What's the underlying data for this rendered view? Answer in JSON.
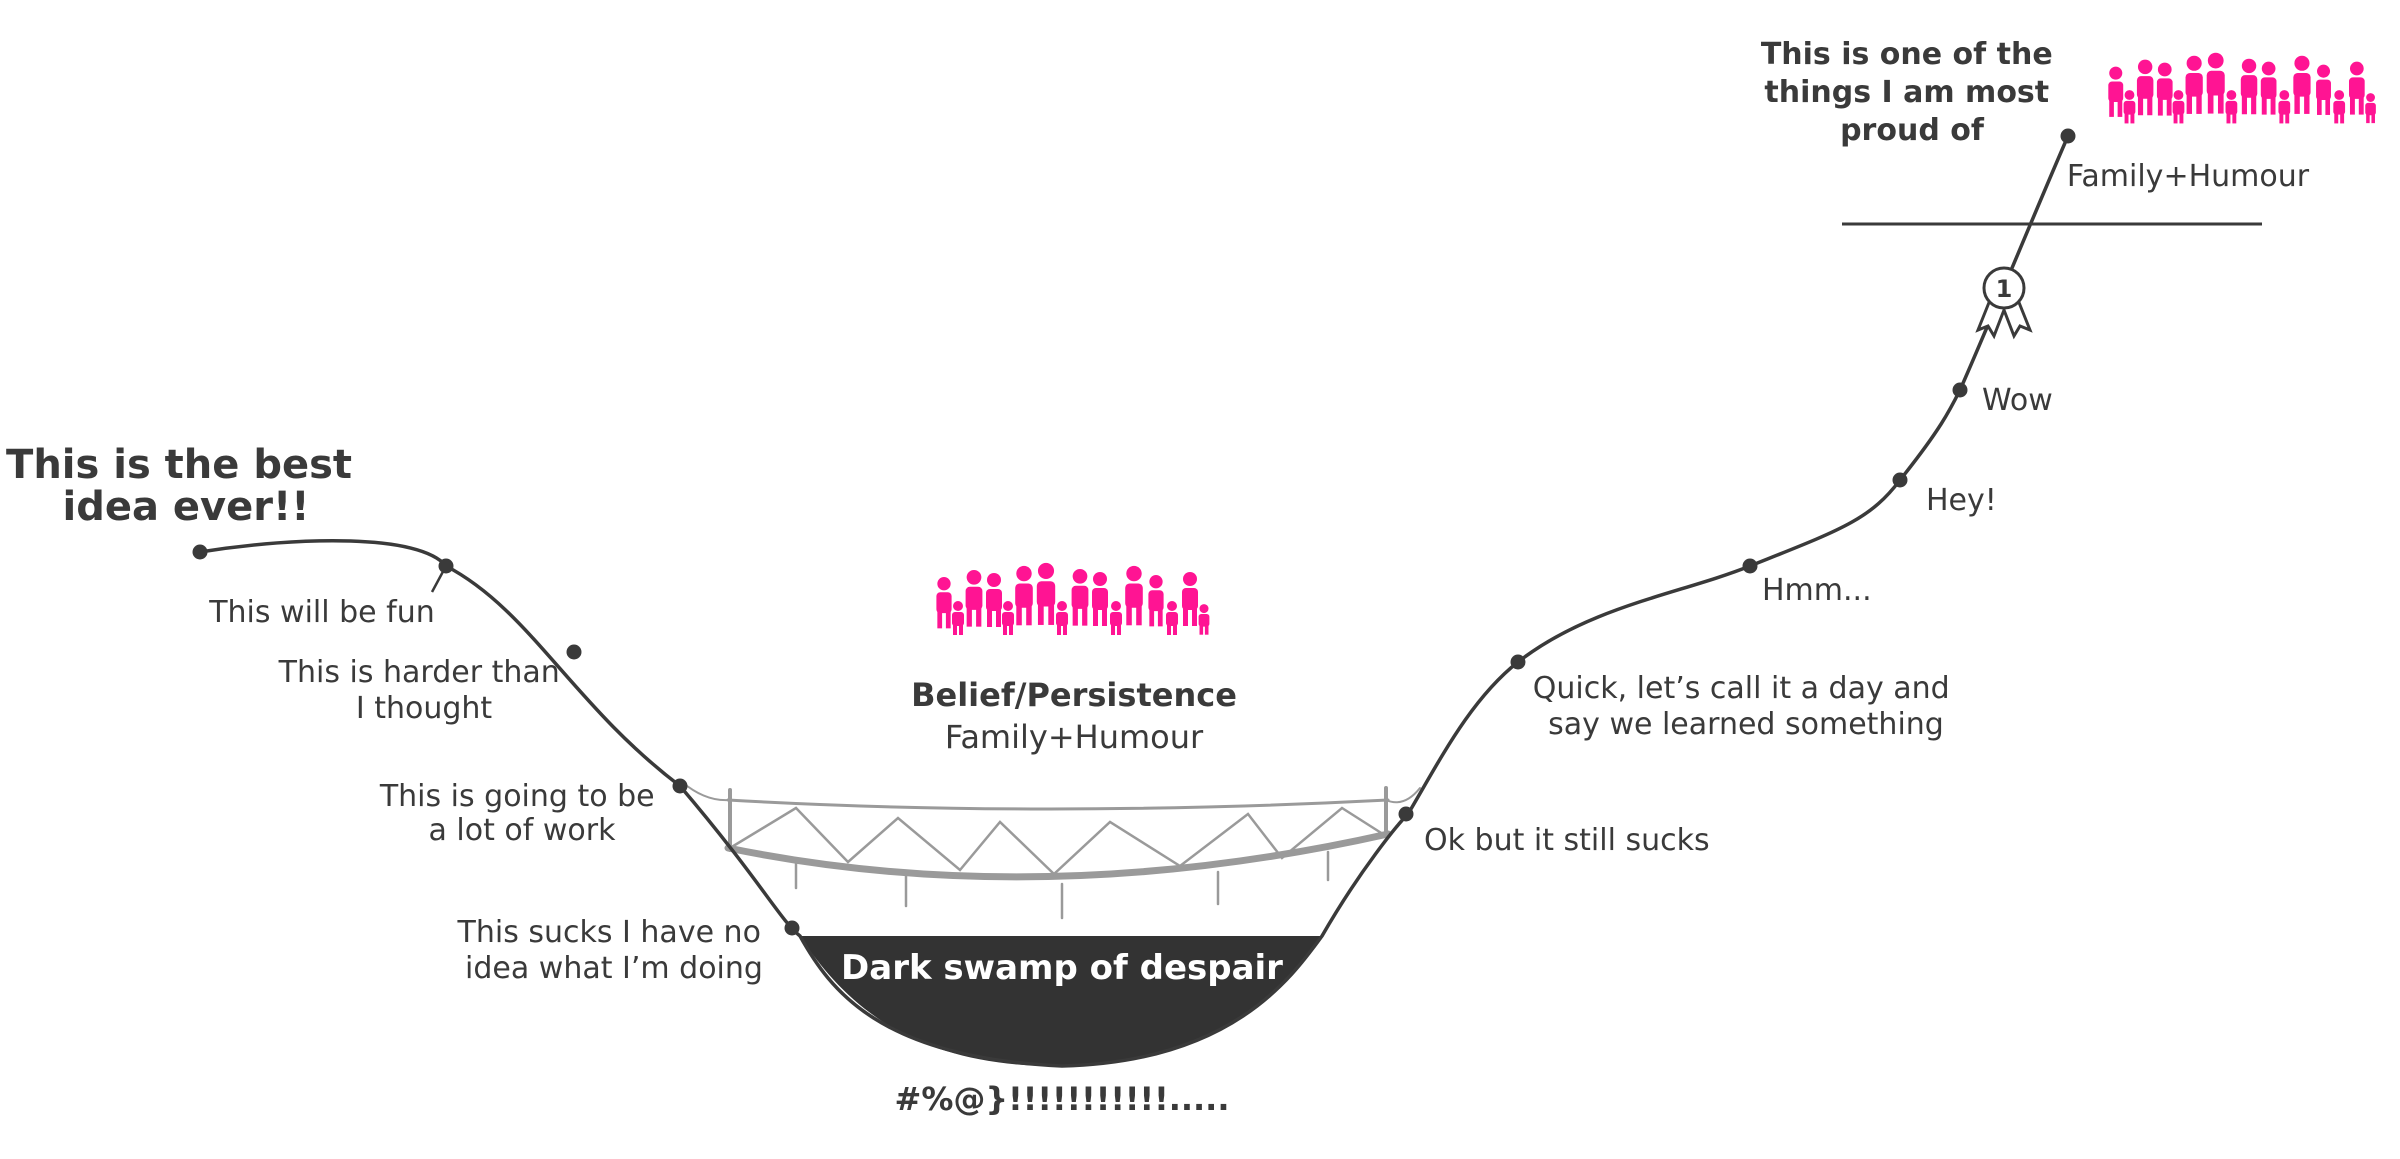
{
  "colors": {
    "ink": "#3a3a3a",
    "accent": "#ff1493",
    "bridge": "#9a9a9a",
    "swamp": "#333333",
    "swamp_text": "#ffffff"
  },
  "icons": [
    "family-group-icon",
    "award-ribbon-icon"
  ],
  "diagram": {
    "start_title": [
      "This is the best",
      "idea ever!!"
    ],
    "stages": [
      {
        "lines": [
          "This will be fun"
        ]
      },
      {
        "lines": [
          "This is harder than",
          "I thought"
        ]
      },
      {
        "lines": [
          "This is going to be",
          "a lot of work"
        ]
      },
      {
        "lines": [
          "This sucks I have no",
          "idea what I’m doing"
        ]
      },
      {
        "lines": [
          "Ok but it still sucks"
        ]
      },
      {
        "lines": [
          "Quick, let’s call it a day and",
          "say we learned something"
        ]
      },
      {
        "lines": [
          "Hmm..."
        ]
      },
      {
        "lines": [
          "Hey!"
        ]
      },
      {
        "lines": [
          "Wow"
        ]
      },
      {
        "lines": [
          "This is one of the",
          "things I am most",
          "proud of"
        ]
      }
    ],
    "swamp_label": "Dark swamp of despair",
    "swamp_cry": "#%@}!!!!!!!!!!!.....",
    "bridge_caption": {
      "title": "Belief/Persistence",
      "subtitle": "Family+Humour"
    },
    "top_caption": "Family+Humour",
    "award_number": "1"
  }
}
